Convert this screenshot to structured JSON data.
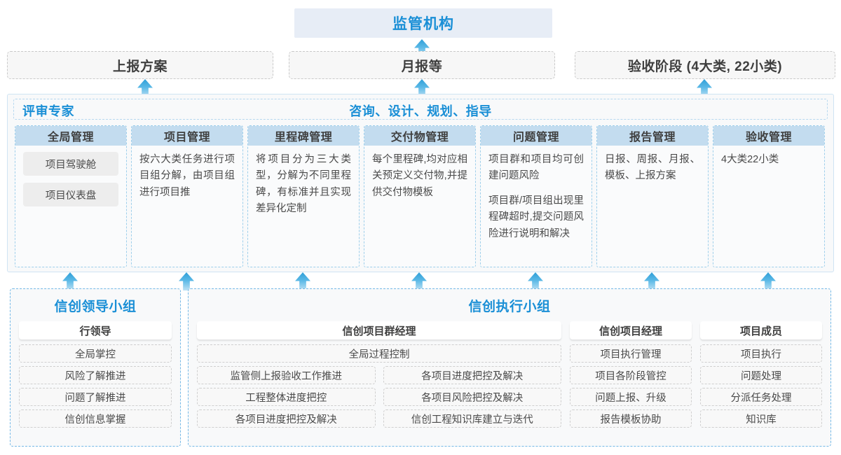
{
  "top": {
    "regulator": "监管机构",
    "reports": [
      "上报方案",
      "月报等",
      "验收阶段 (4大类, 22小类)"
    ]
  },
  "middle": {
    "header_left": "评审专家",
    "header_center": "咨询、设计、规划、指导",
    "columns": [
      {
        "title": "全局管理",
        "pills": [
          "项目驾驶舱",
          "项目仪表盘"
        ],
        "paras": []
      },
      {
        "title": "项目管理",
        "pills": [],
        "paras": [
          "按六大类任务进行项目组分解，由项目组进行项目推"
        ]
      },
      {
        "title": "里程碑管理",
        "pills": [],
        "paras": [
          "将项目分为三大类型，分解为不同里程碑，有标准并且实现差异化定制"
        ]
      },
      {
        "title": "交付物管理",
        "pills": [],
        "paras": [
          "每个里程碑,均对应相关预定义交付物,并提供交付物模板"
        ]
      },
      {
        "title": "问题管理",
        "pills": [],
        "paras": [
          "项目群和项目均可创建问题风险",
          "项目群/项目组出现里程碑超时,提交问题风险进行说明和解决"
        ]
      },
      {
        "title": "报告管理",
        "pills": [],
        "paras": [
          "日报、周报、月报、模板、上报方案"
        ]
      },
      {
        "title": "验收管理",
        "pills": [],
        "paras": [
          "4大类22小类"
        ]
      }
    ]
  },
  "bottom": {
    "leader_group": {
      "title": "信创领导小组",
      "role": "行领导",
      "items": [
        "全局掌控",
        "风险了解推进",
        "问题了解推进",
        "信创信息掌握"
      ]
    },
    "exec_group": {
      "title": "信创执行小组",
      "program_manager": {
        "role": "信创项目群经理",
        "full_item": "全局过程控制",
        "left_items": [
          "监管侧上报验收工作推进",
          "工程整体进度把控",
          "各项目进度把控及解决"
        ],
        "right_items": [
          "各项目进度把控及解决",
          "各项目风险把控及解决",
          "信创工程知识库建立与迭代"
        ]
      },
      "project_manager": {
        "role": "信创项目经理",
        "items": [
          "项目执行管理",
          "项目各阶段管控",
          "问题上报、升级",
          "报告模板协助"
        ]
      },
      "member": {
        "role": "项目成员",
        "items": [
          "项目执行",
          "问题处理",
          "分派任务处理",
          "知识库"
        ]
      }
    }
  },
  "colors": {
    "brand_blue": "#1a8fd6",
    "header_fill": "#c3dcef",
    "regulator_fill": "#e7edf6",
    "arrow_blue": "#2f9fd8"
  },
  "icons": {
    "arrow_up": "up-arrow-icon"
  }
}
